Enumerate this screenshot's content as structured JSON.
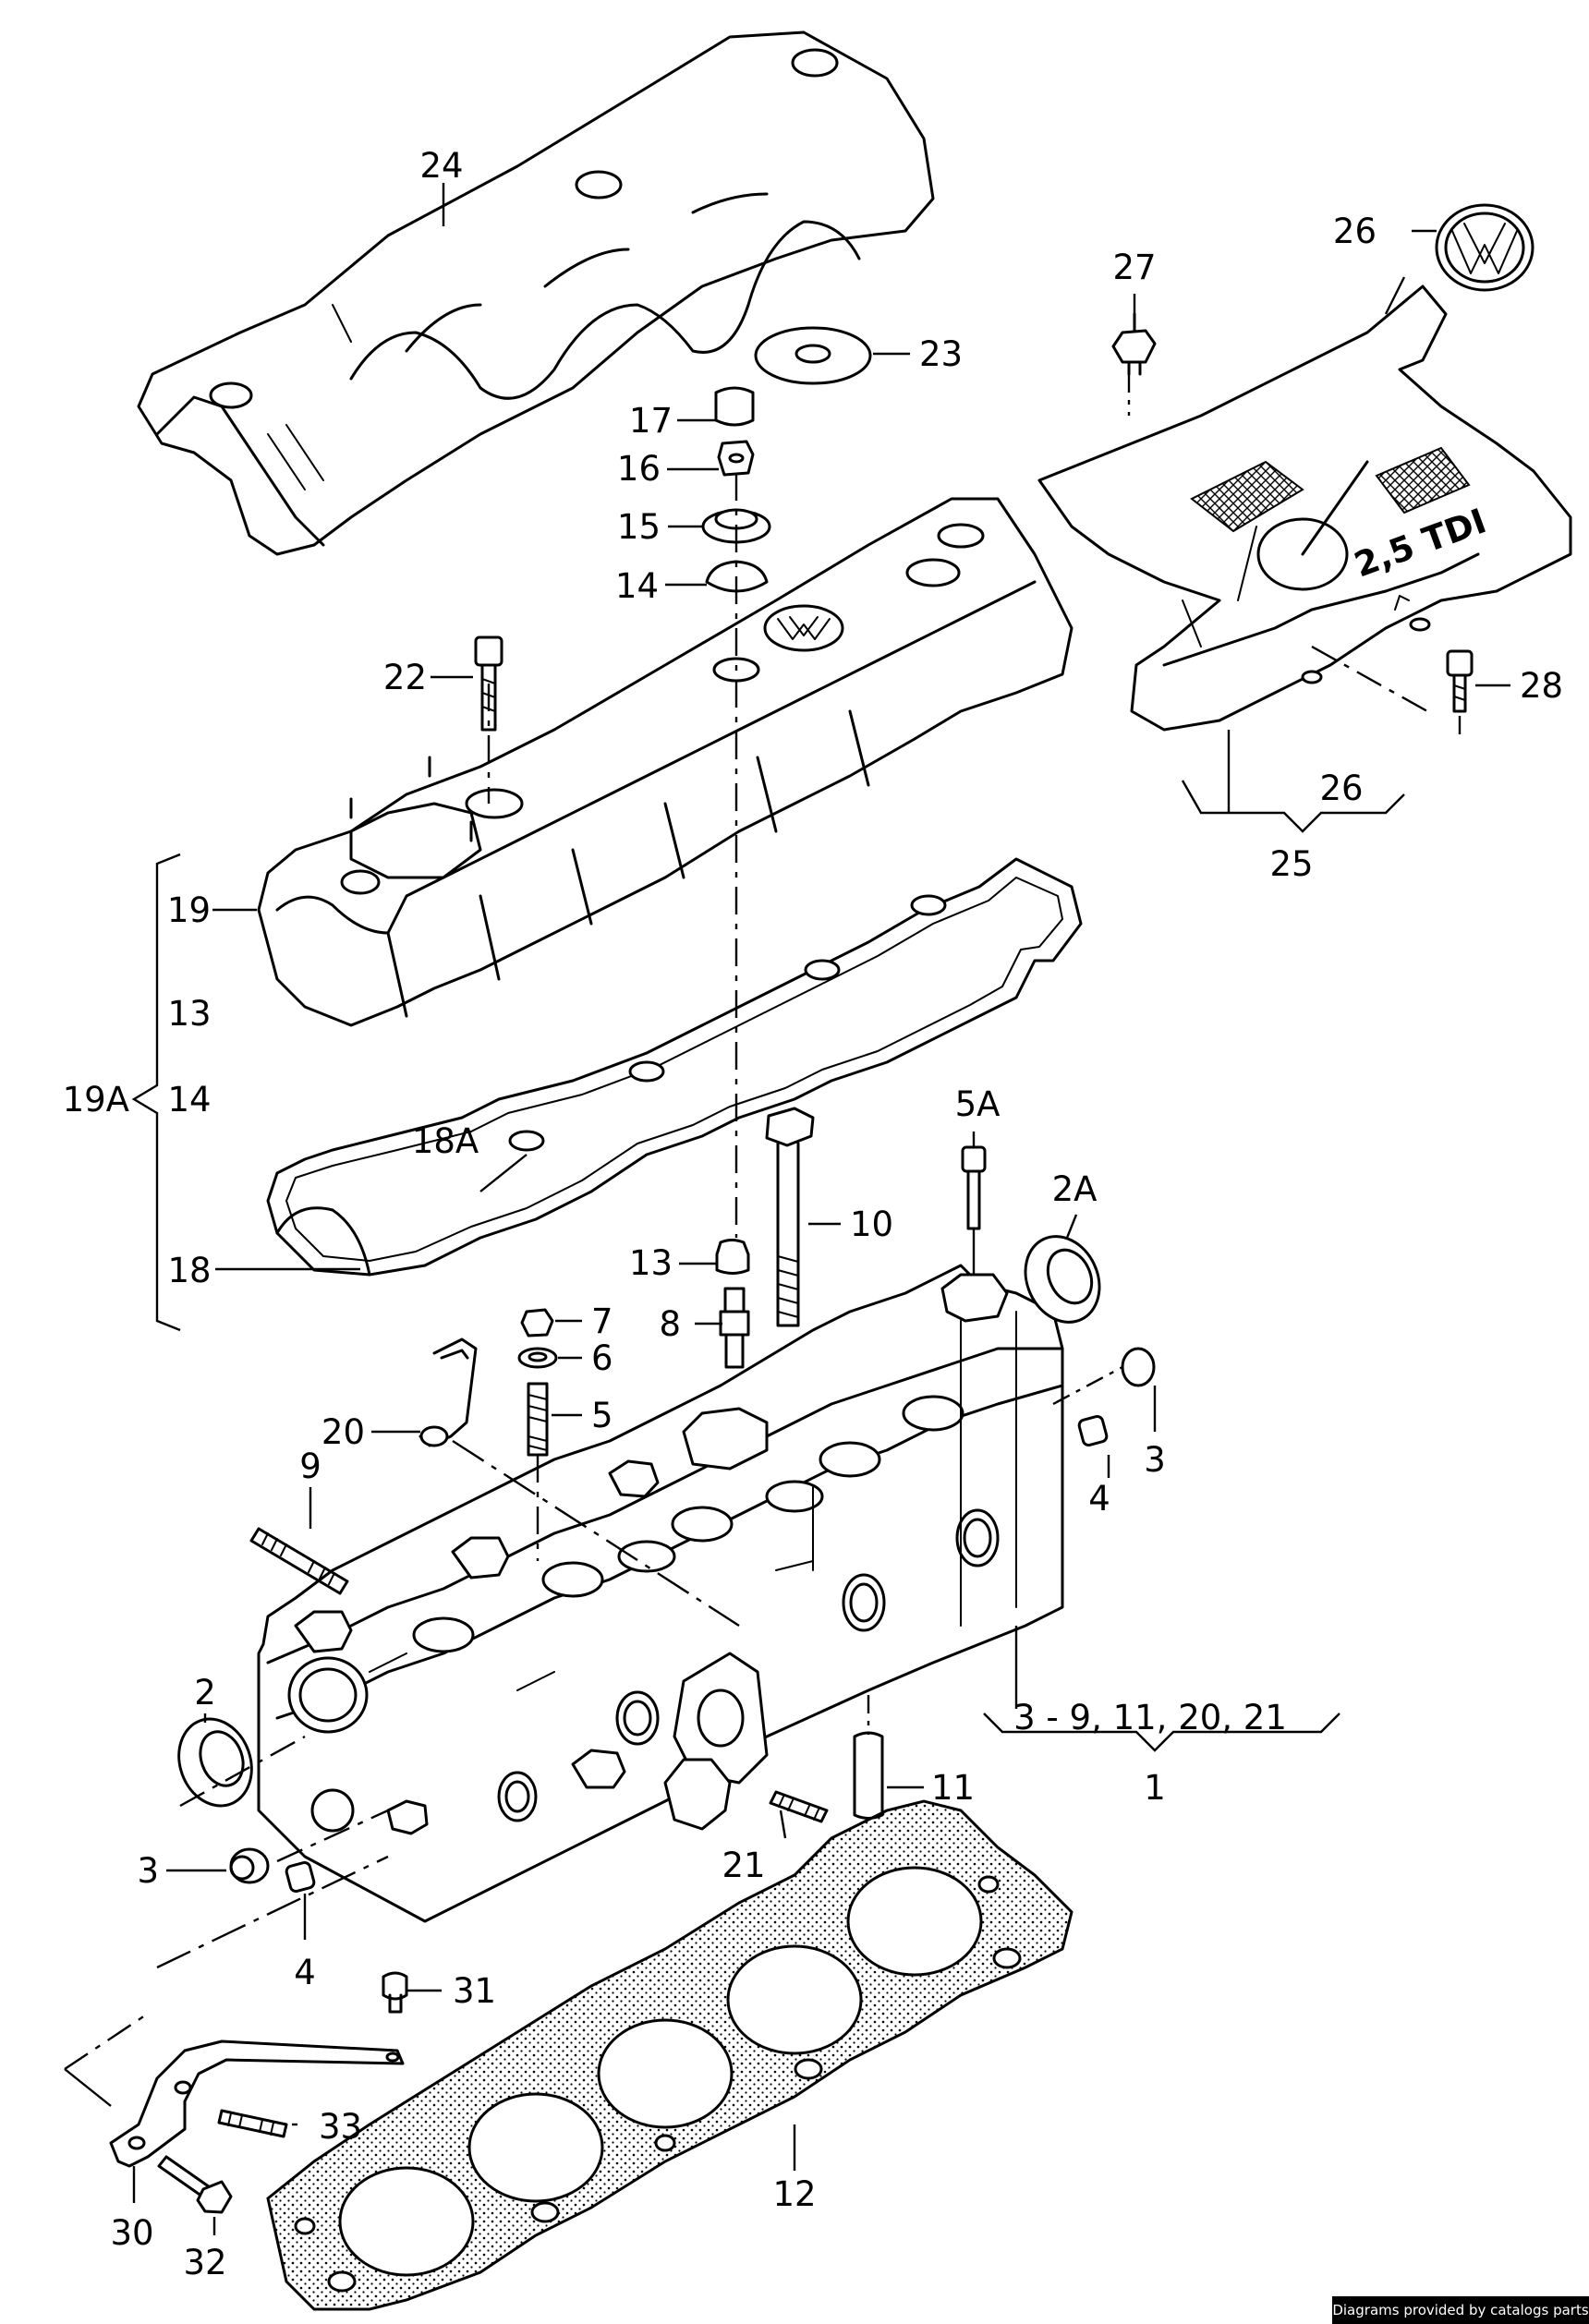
{
  "callouts": {
    "c24": "24",
    "c23": "23",
    "c17": "17",
    "c16": "16",
    "c15": "15",
    "c14a": "14",
    "c22": "22",
    "c19": "19",
    "c13a": "13",
    "c19A": "19A",
    "c14b": "14",
    "c18A": "18A",
    "c18": "18",
    "c26a": "26",
    "c27": "27",
    "c28": "28",
    "c26b": "26",
    "c25": "25",
    "c5A": "5A",
    "c2A": "2A",
    "c10": "10",
    "c13b": "13",
    "c8": "8",
    "c7": "7",
    "c6": "6",
    "c5": "5",
    "c20": "20",
    "c9": "9",
    "c3a": "3",
    "c4a": "4",
    "c2": "2",
    "c3b": "3",
    "c4b": "4",
    "cRange": "3 - 9, 11, 20, 21",
    "c1": "1",
    "c11": "11",
    "c21": "21",
    "c31": "31",
    "c33": "33",
    "c30": "30",
    "c32": "32",
    "c12": "12"
  },
  "badges": {
    "engine": "2,5 TDI"
  },
  "credit": "Diagrams provided by catalogs parts"
}
